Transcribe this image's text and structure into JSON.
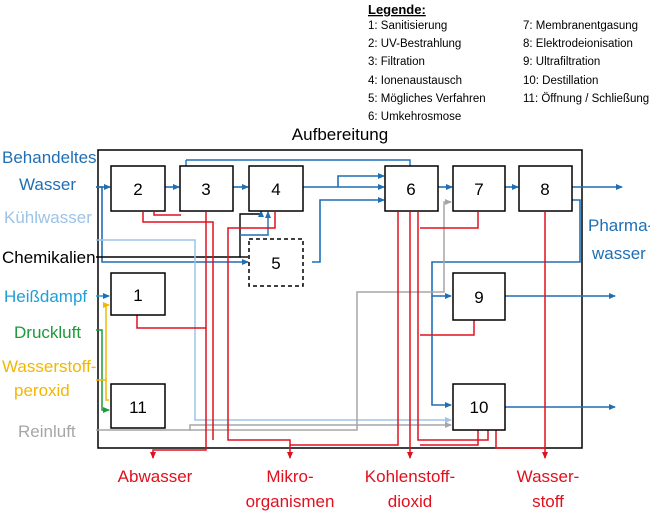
{
  "title": "Aufbereitung",
  "legend": {
    "title": "Legende:",
    "items_left": [
      "1: Sanitisierung",
      "2: UV-Bestrahlung",
      "3: Filtration",
      "4: Ionenaustausch",
      "5: Mögliches Verfahren",
      "6: Umkehrosmose"
    ],
    "items_right": [
      "7: Membranentgasung",
      "8: Elektrodeionisation",
      "9: Ultrafiltration",
      "10: Destillation",
      "11: Öffnung / Schließung"
    ]
  },
  "boxes": [
    "2",
    "3",
    "4",
    "5",
    "6",
    "7",
    "8",
    "1",
    "9",
    "11",
    "10"
  ],
  "inputs": {
    "behandeltes_wasser": [
      "Behandeltes",
      "Wasser"
    ],
    "kuehlwasser": "Kühlwasser",
    "chemikalien": "Chemikalien",
    "heissdampf": "Heißdampf",
    "druckluft": "Druckluft",
    "wasserstoffperoxid": [
      "Wasserstoff-",
      "peroxid"
    ],
    "reinluft": "Reinluft"
  },
  "outputs": {
    "pharmawasser": [
      "Pharma-",
      "wasser"
    ],
    "abwasser": "Abwasser",
    "mikroorganismen": [
      "Mikro-",
      "organismen"
    ],
    "kohlenstoffdioxid": [
      "Kohlenstoff-",
      "dioxid"
    ],
    "wasserstoff": [
      "Wasser-",
      "stoff"
    ]
  },
  "colors": {
    "blue": "#1F6FB5",
    "lightblue": "#9DC3E6",
    "red": "#E0101E",
    "gray": "#A6A6A6",
    "green": "#1E9A3A",
    "yellow": "#F2B705",
    "black": "#000000"
  }
}
